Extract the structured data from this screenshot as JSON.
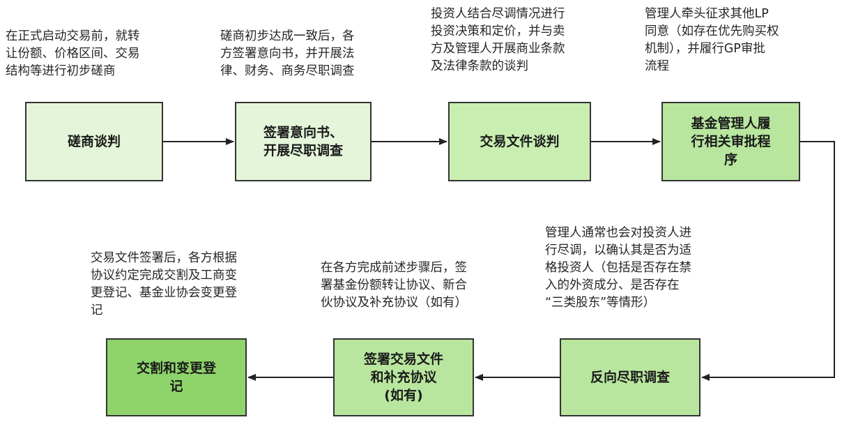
{
  "colors": {
    "box_light": "#e4f5d9",
    "box_mid": "#b8e69e",
    "box_dark": "#8fd46b",
    "border": "#333333",
    "arrow": "#222222"
  },
  "steps": [
    {
      "label": "磋商谈判",
      "note": "在正式启动交易前，就转\n让份额、价格区间、交易\n结构等进行初步磋商"
    },
    {
      "label": "签署意向书、\n开展尽职调查",
      "note": "磋商初步达成一致后，各\n方签署意向书，并开展法\n律、财务、商务尽职调查"
    },
    {
      "label": "交易文件谈判",
      "note": "投资人结合尽调情况进行\n投资决策和定价，并与卖\n方及管理人开展商业条款\n及法律条款的谈判"
    },
    {
      "label": "基金管理人履\n行相关审批程\n序",
      "note": "管理人牵头征求其他LP\n同意（如存在优先购买权\n机制），并履行GP审批\n流程"
    },
    {
      "label": "反向尽职调查",
      "note": "管理人通常也会对投资人进\n行尽调，以确认其是否为适\n格投资人（包括是否存在禁\n入的外资成分、是否存在\n“三类股东”等情形）"
    },
    {
      "label": "签署交易文件\n和补充协议\n(如有)",
      "note": "在各方完成前述步骤后，签\n署基金份额转让协议、新合\n伙协议及补充协议（如有）"
    },
    {
      "label": "交割和变更登\n记",
      "note": "交易文件签署后，各方根据\n协议约定完成交割及工商变\n更登记、基金业协会变更登\n记"
    }
  ]
}
